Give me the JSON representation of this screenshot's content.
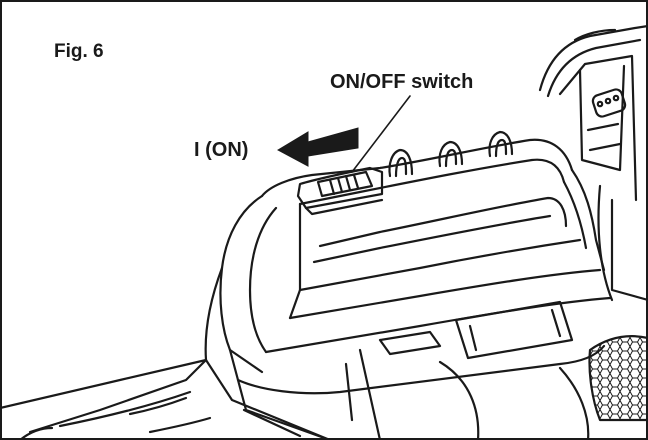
{
  "figure": {
    "number_label": "Fig. 6",
    "callouts": {
      "switch": "ON/OFF switch",
      "on_position": "I (ON)"
    },
    "colors": {
      "line": "#1a1a1a",
      "background": "#ffffff"
    },
    "icons": [
      "arrow-left-icon"
    ]
  }
}
